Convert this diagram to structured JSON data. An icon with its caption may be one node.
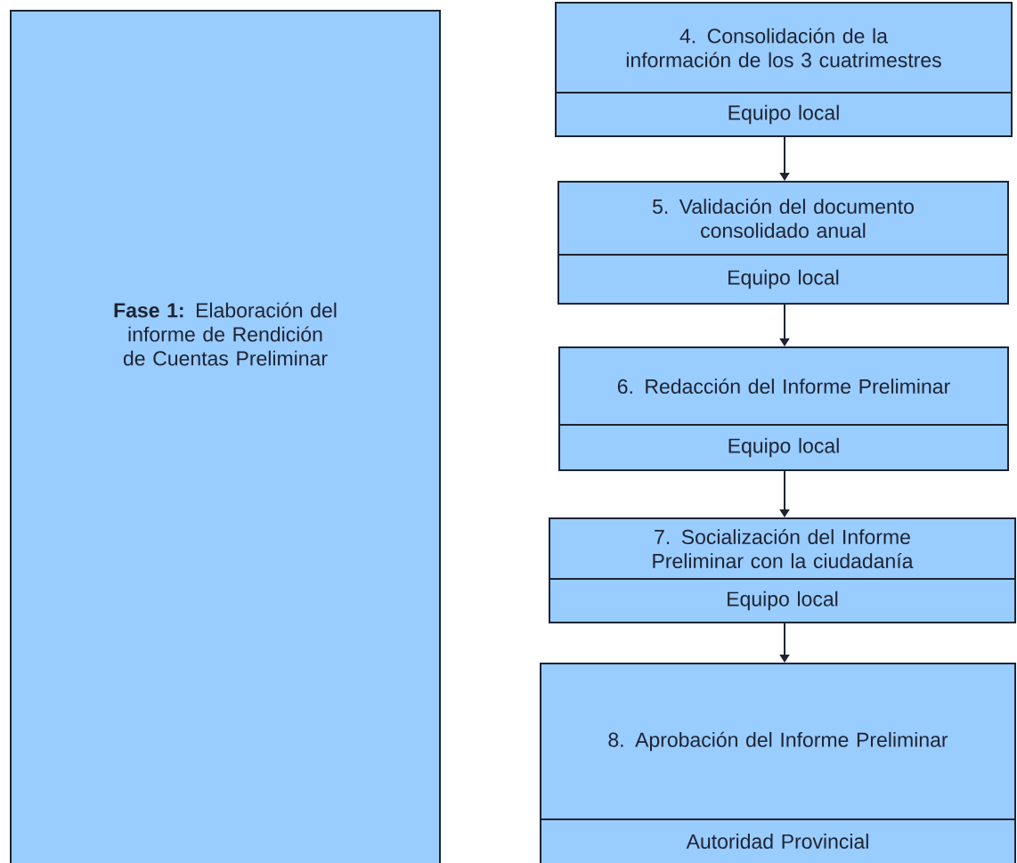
{
  "diagram": {
    "nodes": [
      {
        "text": [
          "**Fase 1:** Elaboración del informe de Rendición de Cuentas Preliminar"
        ]
      },
      {
        "text": [
          "4. Consolidación de la información de los 3 cuatrimestres",
          "Equipo local"
        ]
      },
      {
        "text": [
          "5. Validación del documento consolidado anual",
          "Equipo local"
        ]
      },
      {
        "text": [
          "6. Redacción del Informe Preliminar",
          "Equipo local"
        ]
      },
      {
        "text": [
          "7. Socialización del Informe Preliminar con la ciudadanía",
          "Equipo local"
        ]
      },
      {
        "text": [
          "8. Aprobación del Informe Preliminar",
          "Autoridad Provincial"
        ]
      }
    ],
    "edges": [
      {
        "from": 1,
        "to": 2,
        "arrow": "to"
      },
      {
        "from": 2,
        "to": 3,
        "arrow": "to"
      },
      {
        "from": 3,
        "to": 4,
        "arrow": "to"
      },
      {
        "from": 4,
        "to": 5,
        "arrow": "to"
      }
    ]
  }
}
